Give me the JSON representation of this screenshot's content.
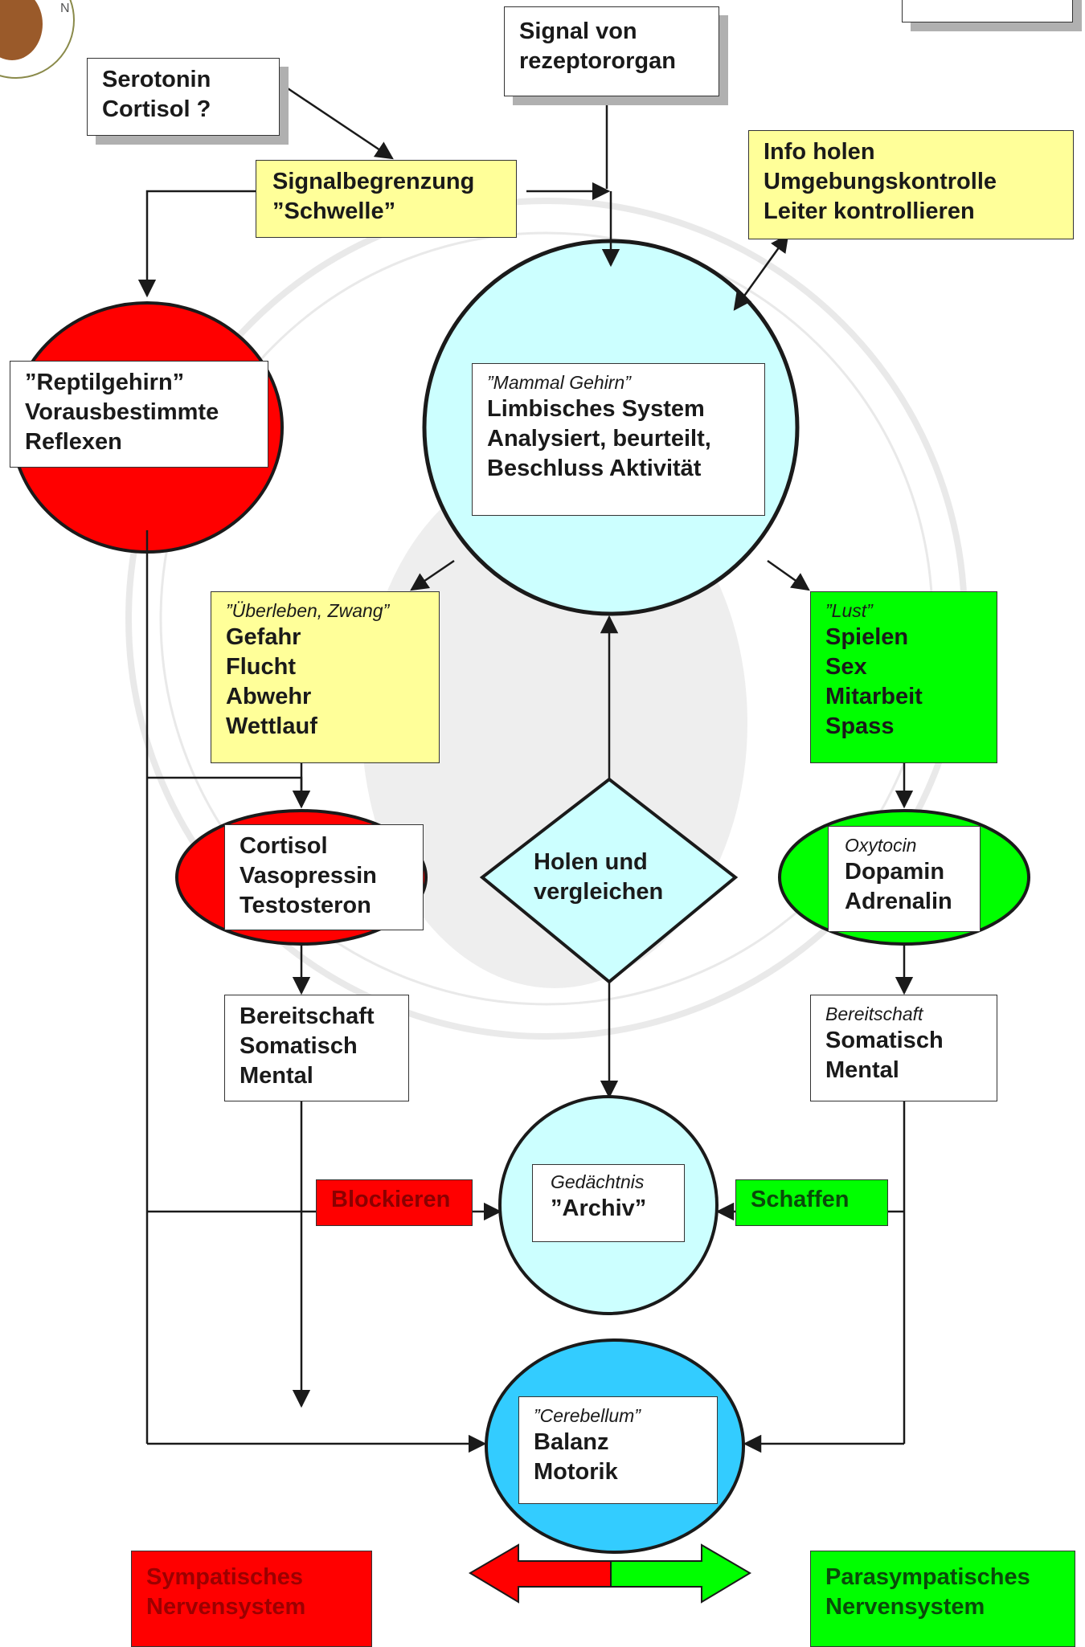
{
  "nodes": {
    "serotonin": [
      "Serotonin",
      "Cortisol ?"
    ],
    "signal": [
      "Signal von",
      "rezeptororgan"
    ],
    "schwelle": [
      "Signalbegrenzung",
      "”Schwelle”"
    ],
    "info": [
      "Info holen",
      "Umgebungskontrolle",
      "Leiter kontrollieren"
    ],
    "reptil": [
      "”Reptilgehirn”",
      "Vorausbestimmte",
      "Reflexen"
    ],
    "mammal": {
      "italic": "”Mammal Gehirn”",
      "lines": [
        "Limbisches  System",
        "Analysiert, beurteilt,",
        "Beschluss Aktivität"
      ]
    },
    "ueberleben": {
      "italic": "”Überleben, Zwang”",
      "lines": [
        "Gefahr",
        "Flucht",
        "Abwehr",
        "Wettlauf"
      ]
    },
    "lust": {
      "italic": "”Lust”",
      "lines": [
        "Spielen",
        "Sex",
        "Mitarbeit",
        "Spass"
      ]
    },
    "cortisol": [
      "Cortisol",
      "Vasopressin",
      "Testosteron"
    ],
    "holen": [
      "Holen und",
      "vergleichen"
    ],
    "oxytocin": {
      "italic": "Oxytocin",
      "lines": [
        "Dopamin",
        "Adrenalin"
      ]
    },
    "bereit_left": [
      "Bereitschaft",
      "Somatisch",
      "Mental"
    ],
    "bereit_right": {
      "italic": "Bereitschaft",
      "lines": [
        "Somatisch",
        "Mental"
      ]
    },
    "archiv": {
      "italic": "Gedächtnis",
      "lines": [
        "”Archiv”"
      ]
    },
    "blockieren": "Blockieren",
    "schaffen": "Schaffen",
    "cerebellum": {
      "italic": "”Cerebellum”",
      "lines": [
        "Balanz",
        "Motorik"
      ]
    },
    "sympatisch": [
      "Sympatisches",
      "Nervensystem"
    ],
    "parasympatisch": [
      "Parasympatisches",
      "Nervensystem"
    ]
  },
  "colors": {
    "red": "#ff0000",
    "green": "#00ff00",
    "yellow": "#ffff99",
    "cyan": "#ccffff",
    "cerebellum": "#33ccff",
    "line": "#1a1a1a"
  }
}
